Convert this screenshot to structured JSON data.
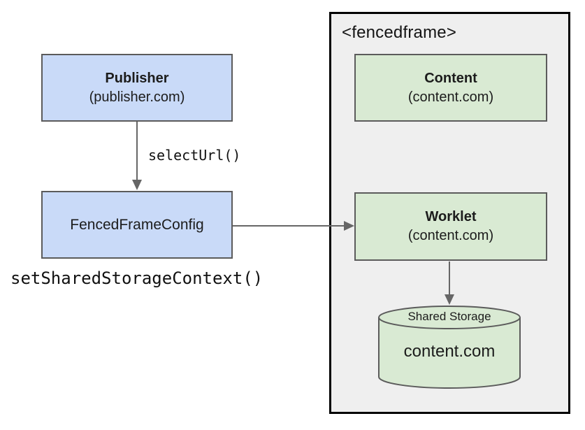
{
  "publisher": {
    "title": "Publisher",
    "subtitle": "(publisher.com)"
  },
  "config": {
    "label": "FencedFrameConfig"
  },
  "annotations": {
    "select_url": "selectUrl()",
    "set_shared_storage_context": "setSharedStorageContext()"
  },
  "fencedframe": {
    "tag": "<fencedframe>",
    "content": {
      "title": "Content",
      "subtitle": "(content.com)"
    },
    "worklet": {
      "title": "Worklet",
      "subtitle": "(content.com)"
    },
    "shared_storage": {
      "label": "Shared Storage",
      "origin": "content.com"
    }
  },
  "colors": {
    "publisher_box_fill": "#c9daf8",
    "content_box_fill": "#d9ead3",
    "frame_fill": "#efefef",
    "frame_border": "#000000",
    "box_border": "#5b5b5b",
    "arrow": "#666666",
    "text": "#1c1c1c"
  }
}
